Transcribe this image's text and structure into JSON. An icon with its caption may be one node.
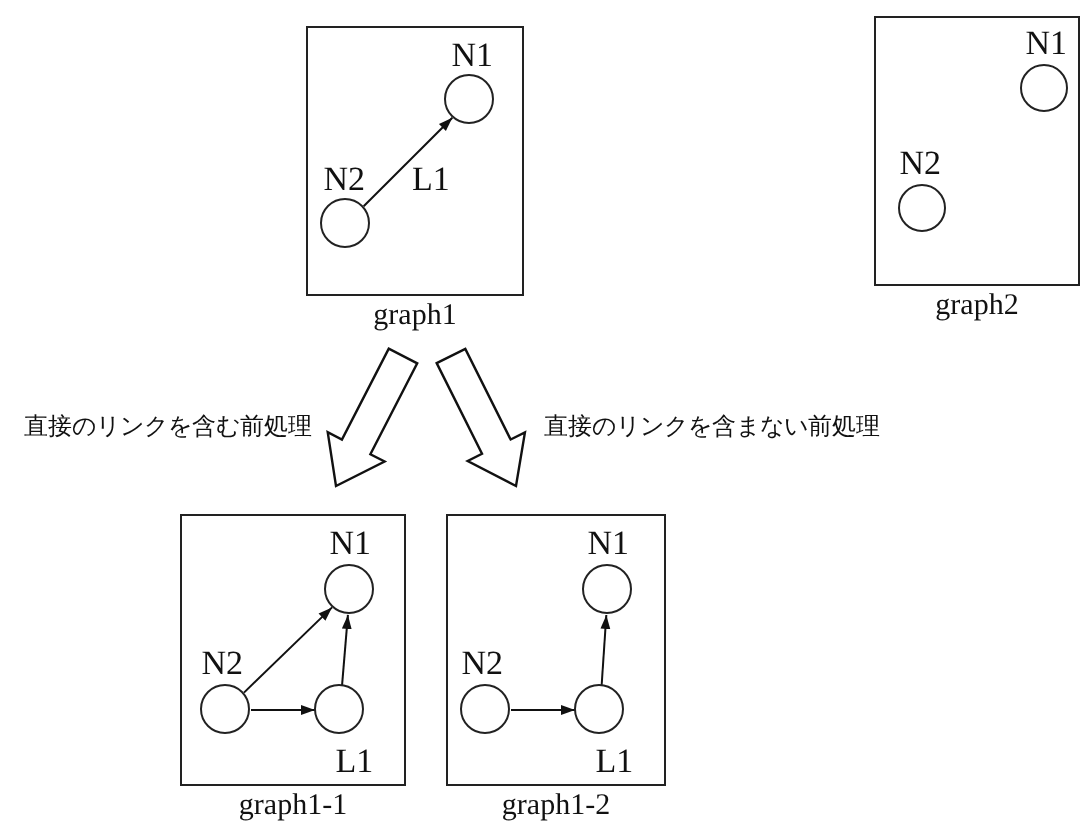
{
  "diagram": {
    "nodes": [
      {
        "text": [
          "graph1"
        ]
      },
      {
        "text": [
          "N1"
        ],
        "in": 0
      },
      {
        "text": [
          "N2"
        ],
        "in": 0
      },
      {
        "text": [
          "graph2"
        ]
      },
      {
        "text": [
          "N1"
        ],
        "in": 3
      },
      {
        "text": [
          "N2"
        ],
        "in": 3
      },
      {
        "text": [
          "graph1-1"
        ]
      },
      {
        "text": [
          "N1"
        ],
        "in": 6
      },
      {
        "text": [
          "N2"
        ],
        "in": 6
      },
      {
        "text": [
          "L1"
        ],
        "in": 6
      },
      {
        "text": [
          "graph1-2"
        ]
      },
      {
        "text": [
          "N1"
        ],
        "in": 10
      },
      {
        "text": [
          "N2"
        ],
        "in": 10
      },
      {
        "text": [
          "L1"
        ],
        "in": 10
      }
    ],
    "edges": [
      {
        "from": 2,
        "to": 1,
        "arrow": "to",
        "label": "L1"
      },
      {
        "from": 0,
        "to": 6,
        "arrow": "to",
        "style": "thick",
        "label": "直接のリンクを含む前処理"
      },
      {
        "from": 0,
        "to": 10,
        "arrow": "to",
        "style": "thick",
        "label": "直接のリンクを含まない前処理"
      },
      {
        "from": 8,
        "to": 7,
        "arrow": "to"
      },
      {
        "from": 8,
        "to": 9,
        "arrow": "to"
      },
      {
        "from": 9,
        "to": 7,
        "arrow": "to"
      },
      {
        "from": 12,
        "to": 13,
        "arrow": "to"
      },
      {
        "from": 13,
        "to": 11,
        "arrow": "to"
      }
    ]
  }
}
